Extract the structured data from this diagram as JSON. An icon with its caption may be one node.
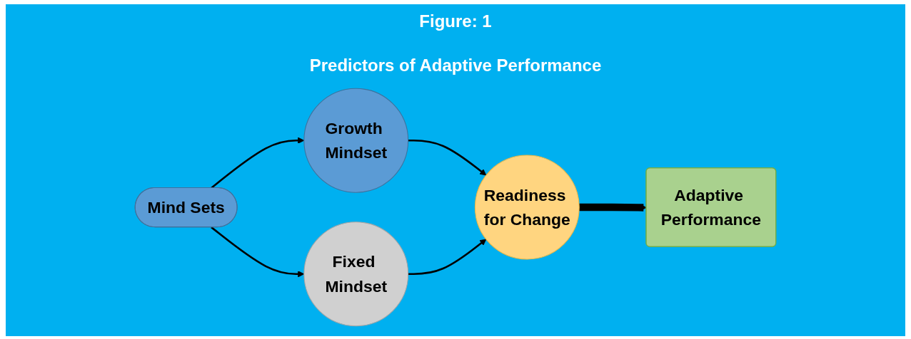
{
  "diagram": {
    "title": "Figure: 1",
    "caption": "Predictors of Adaptive Performance",
    "nodes": [
      {
        "text": [
          "Mind Sets"
        ]
      },
      {
        "text": [
          "Growth Mindset"
        ]
      },
      {
        "text": [
          "Fixed Mindset"
        ]
      },
      {
        "text": [
          "Readiness for Change"
        ]
      },
      {
        "text": [
          "Adaptive Performance"
        ]
      }
    ],
    "edges": [
      {
        "from": 0,
        "to": 1,
        "arrow": "to"
      },
      {
        "from": 0,
        "to": 2,
        "arrow": "to"
      },
      {
        "from": 1,
        "to": 3,
        "arrow": "to"
      },
      {
        "from": 2,
        "to": 3,
        "arrow": "to"
      },
      {
        "from": 3,
        "to": 4,
        "arrow": "to",
        "style": "thick"
      }
    ]
  }
}
